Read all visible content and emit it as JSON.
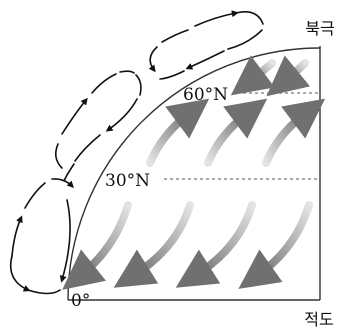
{
  "labels": {
    "north_pole": "북극",
    "equator": "적도",
    "lat60": "60°N",
    "lat30": "30°N",
    "lat0": "0°"
  },
  "colors": {
    "line": "#111111",
    "arrow_dark": "#707070",
    "arrow_light": "#d2d2d2",
    "dash": "#555555",
    "background": "#ffffff"
  },
  "icons": {
    "cell_arrowhead": "black-triangle-arrowhead",
    "wind_arrowhead": "grey-triangle-arrowhead"
  }
}
